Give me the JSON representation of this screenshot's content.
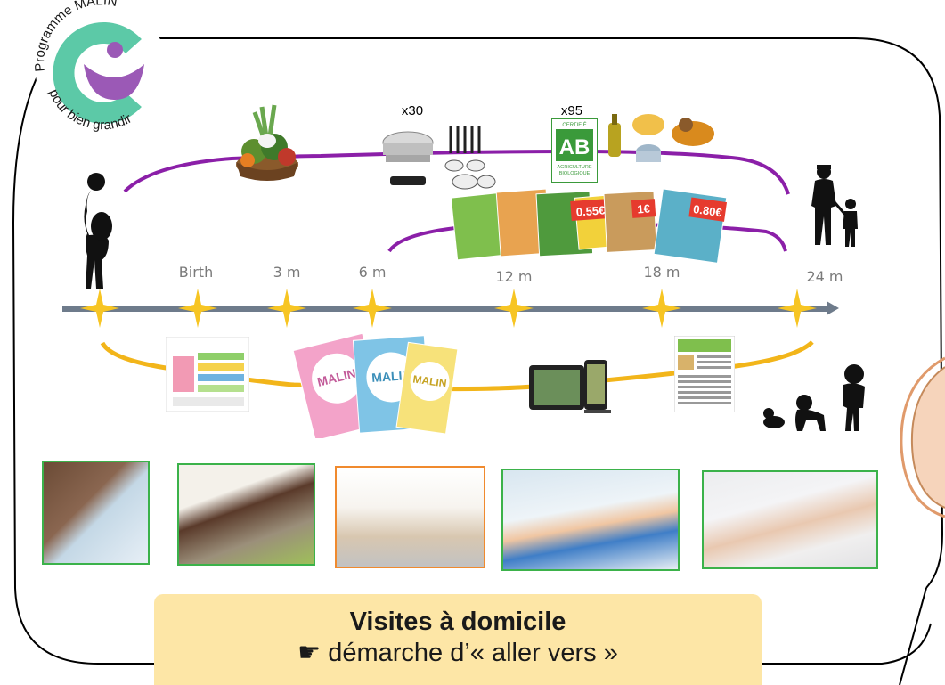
{
  "logo": {
    "arc_top_text": "Programme MALIN",
    "arc_bottom_text": "pour bien grandir"
  },
  "timeline": {
    "ticks": [
      {
        "label": ""
      },
      {
        "label": "Birth"
      },
      {
        "label": "3 m"
      },
      {
        "label": "6 m"
      },
      {
        "label": "12 m"
      },
      {
        "label": "18 m"
      },
      {
        "label": "24 m"
      }
    ]
  },
  "offers": {
    "cookware_multiplier": "x30",
    "organic_multiplier": "x95",
    "organic_badge_letters": "AB",
    "organic_badge_top": "CERTIFIÉ",
    "organic_badge_bottom": "AGRICULTURE BIOLOGIQUE",
    "coupon_prices": [
      "0.55€",
      "1€",
      "0.80€"
    ]
  },
  "brochures": {
    "brochure_title": "MALIN"
  },
  "caption": {
    "title": "Visites à domicile",
    "subtitle": "démarche d’« aller vers »",
    "pointer_glyph": "☛"
  },
  "colors": {
    "purple_arc": "#8b1fa8",
    "yellow_arc": "#f2b51a",
    "timeline_bar": "#6e7b8b",
    "star": "#f7c523",
    "logo_teal": "#5cc9a7",
    "logo_purple": "#9b59b6",
    "caption_bg": "#fde6a6"
  },
  "icons": [
    "pregnant-woman-silhouette-icon",
    "adult-with-child-silhouette-icon",
    "crawling-to-walking-baby-silhouette-icon",
    "vegetable-basket-icon",
    "cookware-icon",
    "organic-label-icon",
    "grocery-icon",
    "coupons-icon",
    "growth-chart-icon",
    "brochure-icon",
    "tablet-phone-icon",
    "newsletter-icon"
  ]
}
